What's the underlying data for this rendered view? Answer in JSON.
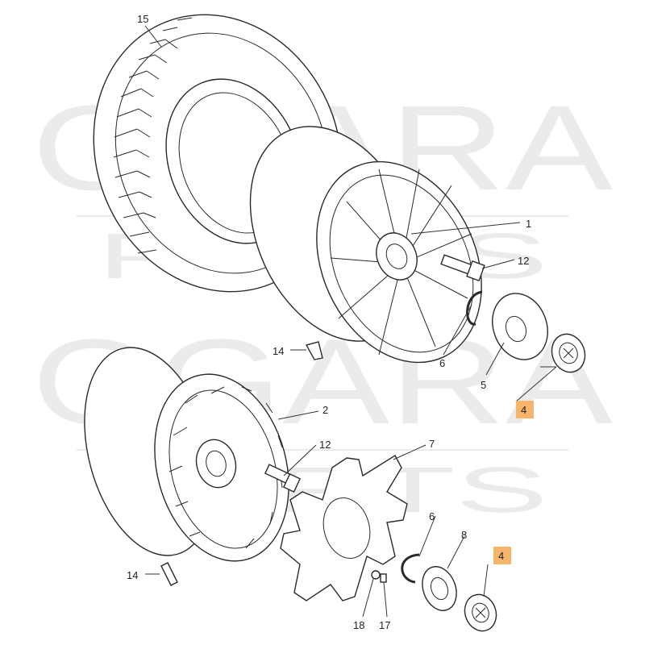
{
  "watermark": {
    "line1": "OGARA",
    "line2": "PARTS"
  },
  "callouts": {
    "c15": "15",
    "c1": "1",
    "c12a": "12",
    "c14a": "14",
    "c6a": "6",
    "c5": "5",
    "c4a": "4",
    "c2": "2",
    "c12b": "12",
    "c7": "7",
    "c6b": "6",
    "c8": "8",
    "c4b": "4",
    "c14b": "14",
    "c18": "18",
    "c17": "17"
  },
  "colors": {
    "highlight": "#f5b56a",
    "line": "#2a2a2a",
    "watermark": "#c8c8c8"
  }
}
